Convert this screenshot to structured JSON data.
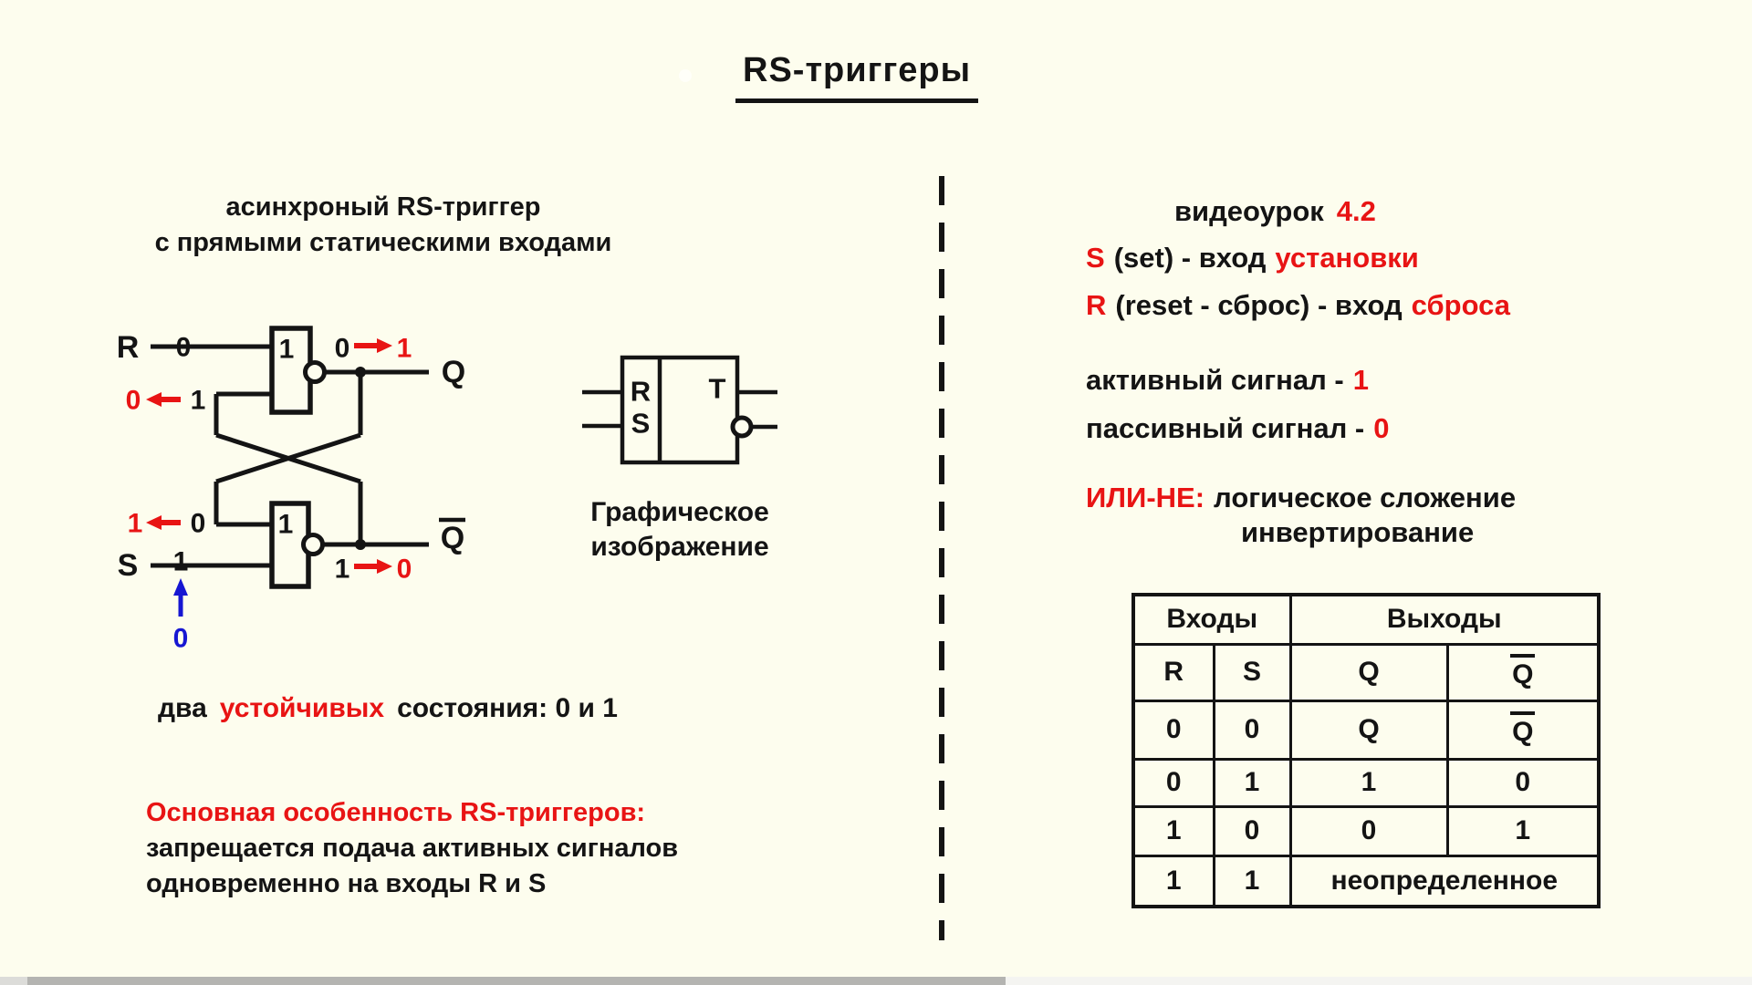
{
  "title": "RS-триггеры",
  "left_panel": {
    "heading_line1": "асинхроный RS-триггер",
    "heading_line2": "с прямыми статическими входами",
    "circuit": {
      "r_label": "R",
      "s_label": "S",
      "q_label": "Q",
      "q_inverse_label": "Q",
      "gate1_symbol": "1",
      "gate2_symbol": "1",
      "r_input_value": "0",
      "s_input_value": "1",
      "s_forced_value": "0",
      "q_output_old": "0",
      "q_output_new": "1",
      "top_feedback_new": "0",
      "top_feedback_old": "1",
      "bottom_feedback_new": "1",
      "bottom_feedback_old": "0",
      "q_inverse_output_old": "1",
      "q_inverse_output_new": "0"
    },
    "symbol": {
      "r_label": "R",
      "s_label": "S",
      "t_label": "T",
      "caption_line1": "Графическое",
      "caption_line2": "изображение"
    },
    "stable_states": {
      "pre": "два",
      "highlight": "устойчивых",
      "post": "состояния: 0 и 1"
    },
    "feature": {
      "title": "Основная особенность RS-триггеров:",
      "line1": "запрещается подача активных сигналов",
      "line2": "одновременно на входы R и S"
    }
  },
  "right_panel": {
    "lesson_label": "видеоурок",
    "lesson_number": "4.2",
    "s_definition": {
      "term": "S",
      "middle": "(set) - вход",
      "highlight": "установки"
    },
    "r_definition": {
      "term": "R",
      "middle": "(reset - сброс) - вход",
      "highlight": "сброса"
    },
    "active_signal_label": "активный сигнал -",
    "active_signal_value": "1",
    "passive_signal_label": "пассивный сигнал -",
    "passive_signal_value": "0",
    "nor_term": "ИЛИ-НЕ:",
    "nor_line1": "логическое сложение",
    "nor_line2": "инвертирование"
  },
  "chart_data": {
    "type": "table",
    "header_groups": [
      {
        "label": "Входы",
        "span": 2
      },
      {
        "label": "Выходы",
        "span": 2
      }
    ],
    "columns": [
      "R",
      "S",
      "Q",
      "Q̄"
    ],
    "rows": [
      [
        "0",
        "0",
        "Q",
        "Q̄"
      ],
      [
        "0",
        "1",
        "1",
        "0"
      ],
      [
        "1",
        "0",
        "0",
        "1"
      ],
      [
        "1",
        "1",
        "неопределенное"
      ]
    ],
    "q_bar_base": "Q"
  },
  "colors": {
    "background": "#fdfdee",
    "ink": "#141414",
    "accent_red": "#e81414",
    "accent_blue": "#1616d2"
  }
}
